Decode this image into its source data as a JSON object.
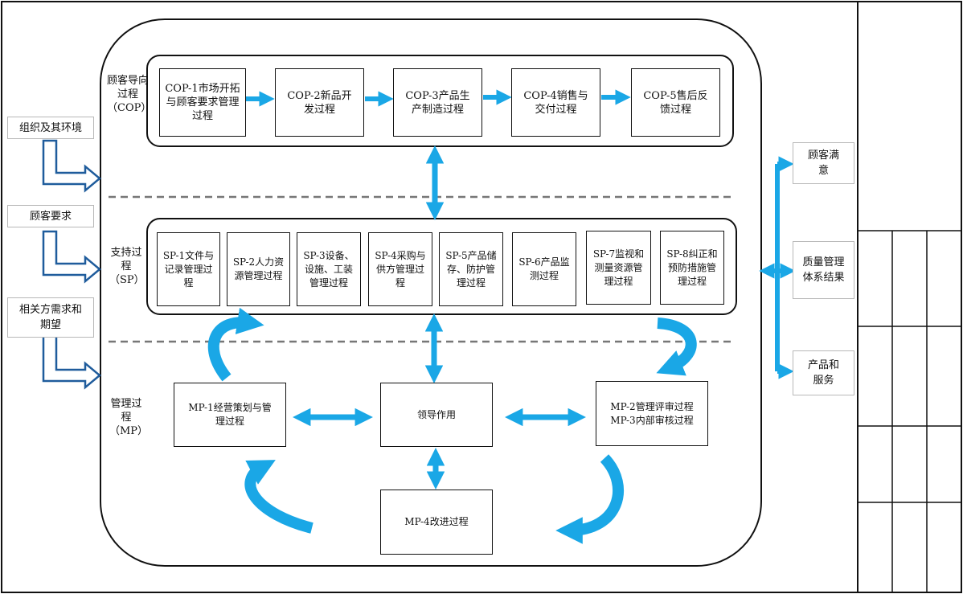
{
  "inputs": [
    "组织及其环境",
    "顾客要求",
    "相关方需求和期望"
  ],
  "outputs": [
    "顾客满意",
    "质量管理体系结果",
    "产品和服务"
  ],
  "cop": {
    "label": "顾客导向过程（COP）",
    "boxes": [
      "COP-1市场开拓与顾客要求管理过程",
      "COP-2新品开发过程",
      "COP-3产品生产制造过程",
      "COP-4销售与交付过程",
      "COP-5售后反馈过程"
    ]
  },
  "sp": {
    "label": "支持过程（SP）",
    "boxes": [
      "SP-1文件与记录管理过程",
      "SP-2人力资源管理过程",
      "SP-3设备、设施、工装管理过程",
      "SP-4采购与供方管理过程",
      "SP-5产品储存、防护管理过程",
      "SP-6产品监测过程",
      "SP-7监视和测量资源管理过程",
      "SP-8纠正和预防措施管理过程"
    ]
  },
  "mp": {
    "label": "管理过程（MP）",
    "mp1": "MP-1经营策划与管理过程",
    "leadership": "领导作用",
    "mp23": "MP-2管理评审过程\nMP-3内部审核过程",
    "mp4": "MP-4改进过程"
  },
  "colors": {
    "arrow": "#1aa7e6",
    "input_arrow": "#1f5c9c",
    "line": "#111111",
    "dash": "#777777"
  }
}
